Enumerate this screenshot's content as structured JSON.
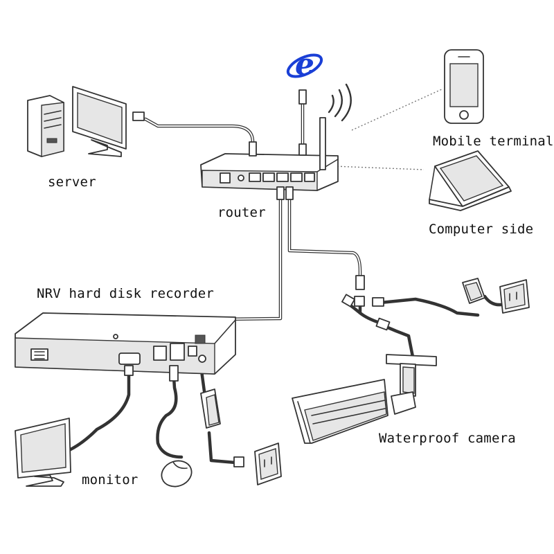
{
  "labels": {
    "server": "server",
    "router": "router",
    "mobile_terminal": "Mobile terminal",
    "computer_side": "Computer side",
    "nrv_recorder": "NRV hard disk recorder",
    "waterproof_camera": "Waterproof camera",
    "monitor": "monitor"
  },
  "colors": {
    "ie_logo": "#1a3fd6",
    "line": "#333333",
    "background": "#ffffff"
  },
  "icons": {
    "internet": "internet-explorer-icon",
    "wireless": "wifi-signal-icon"
  }
}
